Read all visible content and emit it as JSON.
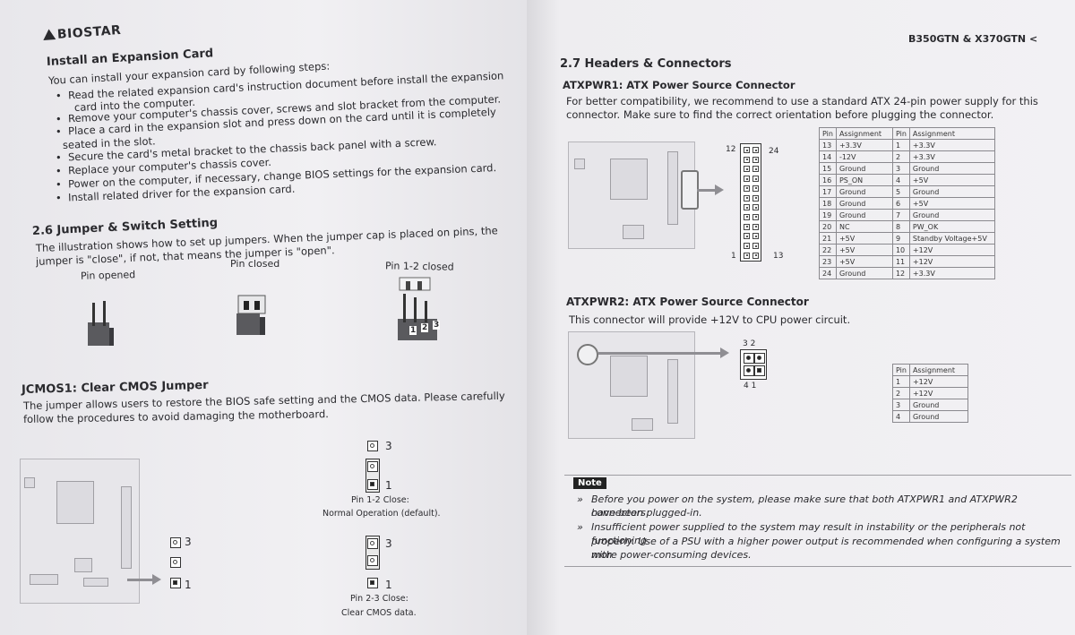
{
  "left": {
    "brand": "BIOSTAR",
    "install": {
      "title": "Install an Expansion Card",
      "intro": "You can install your expansion card by following steps:",
      "steps": [
        "Read the related expansion card's instruction document before install the expansion",
        "card into the computer.",
        "Remove your computer's chassis cover, screws and slot bracket from the computer.",
        "Place a card in the expansion slot and press down on the card until it is completely",
        "seated in the slot.",
        "Secure the card's metal bracket to the chassis back panel with a screw.",
        "Replace your computer's chassis cover.",
        "Power on the computer, if necessary, change BIOS settings for the expansion card.",
        "Install related driver for the expansion card."
      ]
    },
    "jumper": {
      "title": "2.6 Jumper & Switch Setting",
      "line1": "The illustration shows how to set up jumpers. When the jumper cap is placed on pins, the",
      "line2": "jumper is \"close\", if not, that means the jumper is \"open\".",
      "pin_opened": "Pin opened",
      "pin_closed": "Pin closed",
      "pin_12_closed": "Pin 1-2 closed",
      "pin_numbers": [
        "1",
        "2",
        "3"
      ]
    },
    "jcmos": {
      "title": "JCMOS1: Clear CMOS Jumper",
      "line1": "The jumper allows users to restore the BIOS safe setting and the CMOS data. Please carefully",
      "line2": "follow the procedures to avoid damaging the motherboard.",
      "num_3": "3",
      "num_1": "1",
      "close12_a": "Pin 1-2 Close:",
      "close12_b": "Normal Operation (default).",
      "close23_a": "Pin 2-3 Close:",
      "close23_b": "Clear CMOS data."
    }
  },
  "right": {
    "header_model": "B350GTN & X370GTN",
    "header_mark": "<",
    "section_title": "2.7 Headers & Connectors",
    "atx1": {
      "title": "ATXPWR1: ATX Power Source Connector",
      "line1": "For better compatibility, we recommend to use a standard ATX 24-pin power supply for this",
      "line2": "connector. Make sure to find the correct orientation before plugging the connector.",
      "conn_labels": {
        "tl": "12",
        "tr": "24",
        "bl": "1",
        "br": "13"
      },
      "table_header": [
        "Pin",
        "Assignment",
        "Pin",
        "Assignment"
      ],
      "table_rows": [
        [
          "13",
          "+3.3V",
          "1",
          "+3.3V"
        ],
        [
          "14",
          "-12V",
          "2",
          "+3.3V"
        ],
        [
          "15",
          "Ground",
          "3",
          "Ground"
        ],
        [
          "16",
          "PS_ON",
          "4",
          "+5V"
        ],
        [
          "17",
          "Ground",
          "5",
          "Ground"
        ],
        [
          "18",
          "Ground",
          "6",
          "+5V"
        ],
        [
          "19",
          "Ground",
          "7",
          "Ground"
        ],
        [
          "20",
          "NC",
          "8",
          "PW_OK"
        ],
        [
          "21",
          "+5V",
          "9",
          "Standby Voltage+5V"
        ],
        [
          "22",
          "+5V",
          "10",
          "+12V"
        ],
        [
          "23",
          "+5V",
          "11",
          "+12V"
        ],
        [
          "24",
          "Ground",
          "12",
          "+3.3V"
        ]
      ]
    },
    "atx2": {
      "title": "ATXPWR2: ATX Power Source Connector",
      "line1": "This connector will provide +12V to CPU power circuit.",
      "conn_labels": {
        "t": "3  2",
        "b": "4  1"
      },
      "table_header": [
        "Pin",
        "Assignment"
      ],
      "table_rows": [
        [
          "1",
          "+12V"
        ],
        [
          "2",
          "+12V"
        ],
        [
          "3",
          "Ground"
        ],
        [
          "4",
          "Ground"
        ]
      ]
    },
    "note": {
      "label": "Note",
      "b1_line1": "Before you power on the system, please make sure that both ATXPWR1 and ATXPWR2 connectors",
      "b1_line2": "have been plugged-in.",
      "b2_line1": "Insufficient power supplied to the system may result in instability or the peripherals not functioning",
      "b2_line2": "properly. Use of a PSU with a higher power output is recommended when configuring a system with",
      "b2_line3": "more power-consuming devices.",
      "bullet": "»"
    }
  }
}
